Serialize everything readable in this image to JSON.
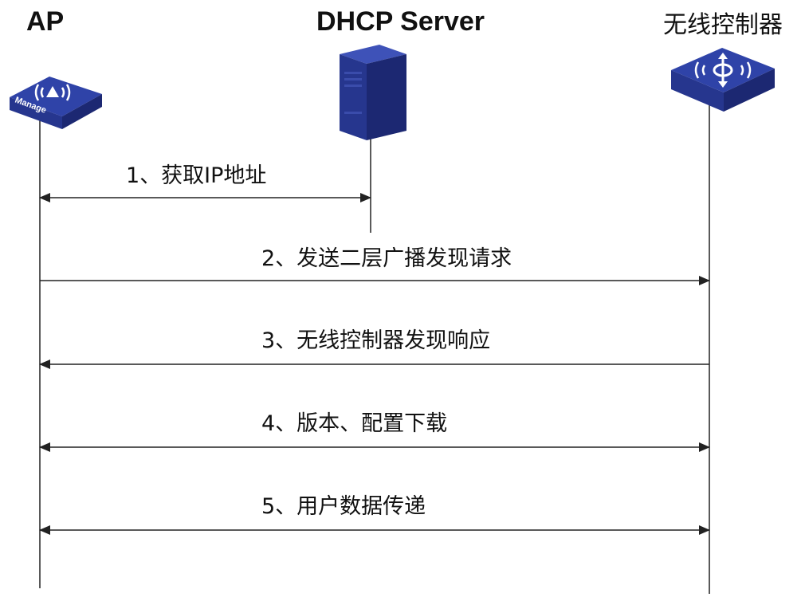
{
  "actors": {
    "ap": {
      "title": "AP",
      "badge": "Manage",
      "icon": "wireless-ap-icon"
    },
    "dhcp": {
      "title": "DHCP Server",
      "icon": "server-icon"
    },
    "wlc": {
      "title": "无线控制器",
      "icon": "wireless-controller-icon"
    }
  },
  "messages": [
    {
      "label": "1、获取IP地址",
      "from": "AP",
      "to": "DHCP Server",
      "direction": "bidirectional"
    },
    {
      "label": "2、发送二层广播发现请求",
      "from": "AP",
      "to": "无线控制器",
      "direction": "forward"
    },
    {
      "label": "3、无线控制器发现响应",
      "from": "无线控制器",
      "to": "AP",
      "direction": "backward"
    },
    {
      "label": "4、版本、配置下载",
      "from": "AP",
      "to": "无线控制器",
      "direction": "bidirectional"
    },
    {
      "label": "5、用户数据传递",
      "from": "AP",
      "to": "无线控制器",
      "direction": "bidirectional"
    }
  ],
  "colors": {
    "device_top": "#2f43a8",
    "device_side": "#1c2872",
    "device_front": "#26368e",
    "icon_white": "#ffffff",
    "line": "#222222"
  }
}
